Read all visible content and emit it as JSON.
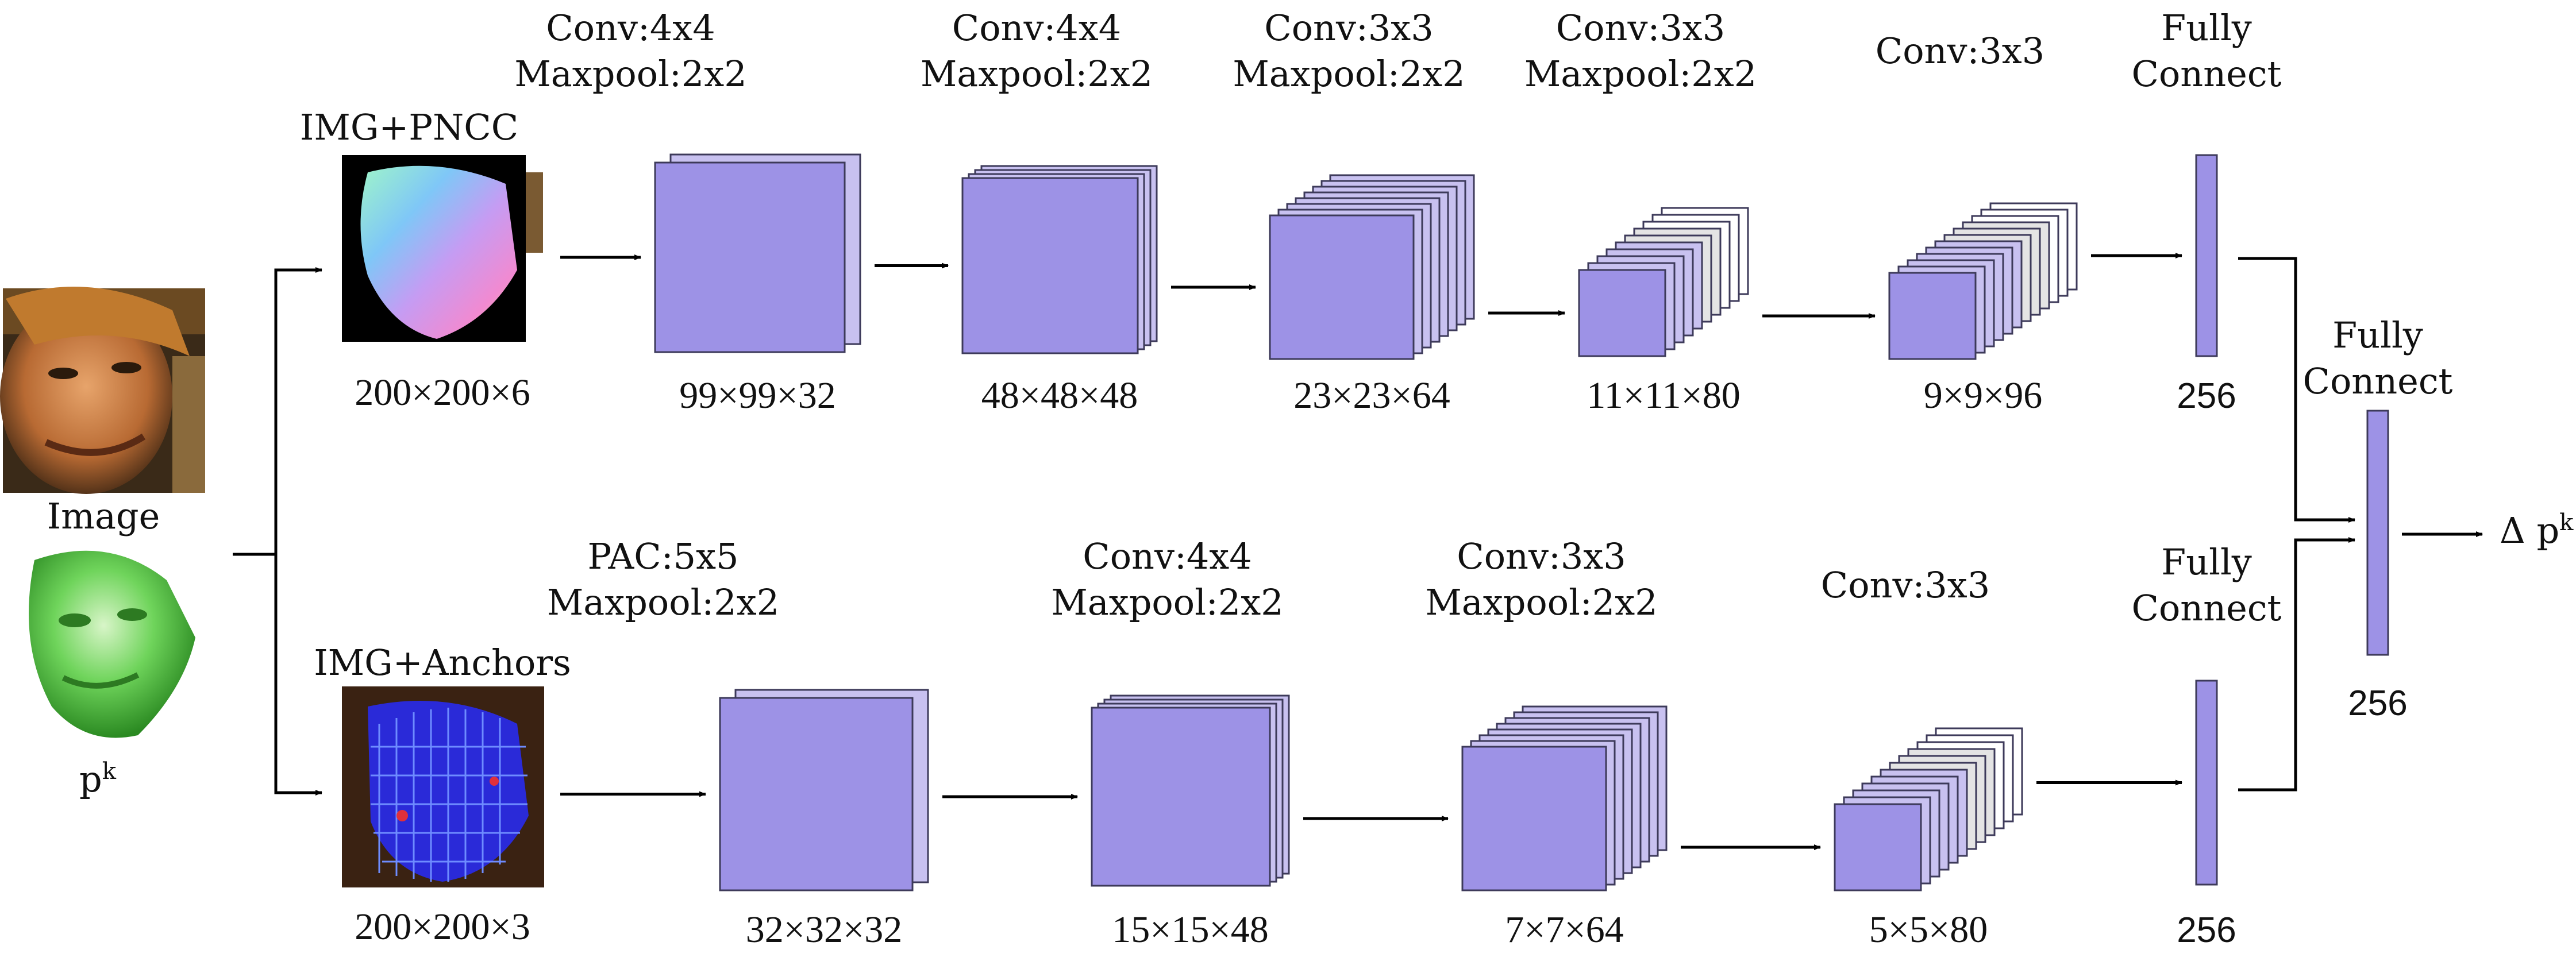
{
  "inputs": {
    "image_label": "Image",
    "pk_label": "p",
    "pk_sup": "k"
  },
  "top_branch": {
    "input_label": "IMG+PNCC",
    "input_dim": "200×200×6",
    "layers": [
      {
        "op_line1": "Conv:4x4",
        "op_line2": "Maxpool:2x2",
        "dim": "99×99×32"
      },
      {
        "op_line1": "Conv:4x4",
        "op_line2": "Maxpool:2x2",
        "dim": "48×48×48"
      },
      {
        "op_line1": "Conv:3x3",
        "op_line2": "Maxpool:2x2",
        "dim": "23×23×64"
      },
      {
        "op_line1": "Conv:3x3",
        "op_line2": "Maxpool:2x2",
        "dim": "11×11×80"
      },
      {
        "op_line1": "Conv:3x3",
        "op_line2": "",
        "dim": "9×9×96"
      }
    ],
    "fc": {
      "line1": "Fully",
      "line2": "Connect",
      "dim": "256"
    }
  },
  "bottom_branch": {
    "input_label": "IMG+Anchors",
    "input_dim": "200×200×3",
    "layers": [
      {
        "op_line1": "PAC:5x5",
        "op_line2": "Maxpool:2x2",
        "dim": "32×32×32"
      },
      {
        "op_line1": "Conv:4x4",
        "op_line2": "Maxpool:2x2",
        "dim": "15×15×48"
      },
      {
        "op_line1": "Conv:3x3",
        "op_line2": "Maxpool:2x2",
        "dim": "7×7×64"
      },
      {
        "op_line1": "Conv:3x3",
        "op_line2": "",
        "dim": "5×5×80"
      }
    ],
    "fc": {
      "line1": "Fully",
      "line2": "Connect",
      "dim": "256"
    }
  },
  "merge_fc": {
    "line1": "Fully",
    "line2": "Connect",
    "dim": "256"
  },
  "output": {
    "delta": "Δ p",
    "sup": "k"
  },
  "colors": {
    "front": "#9d92e6",
    "back": "#c8c1f0",
    "white_layer": "#ffffff",
    "gray_layer": "#e4e4e4",
    "edge": "#3d3a5a",
    "arrow": "#000000"
  }
}
